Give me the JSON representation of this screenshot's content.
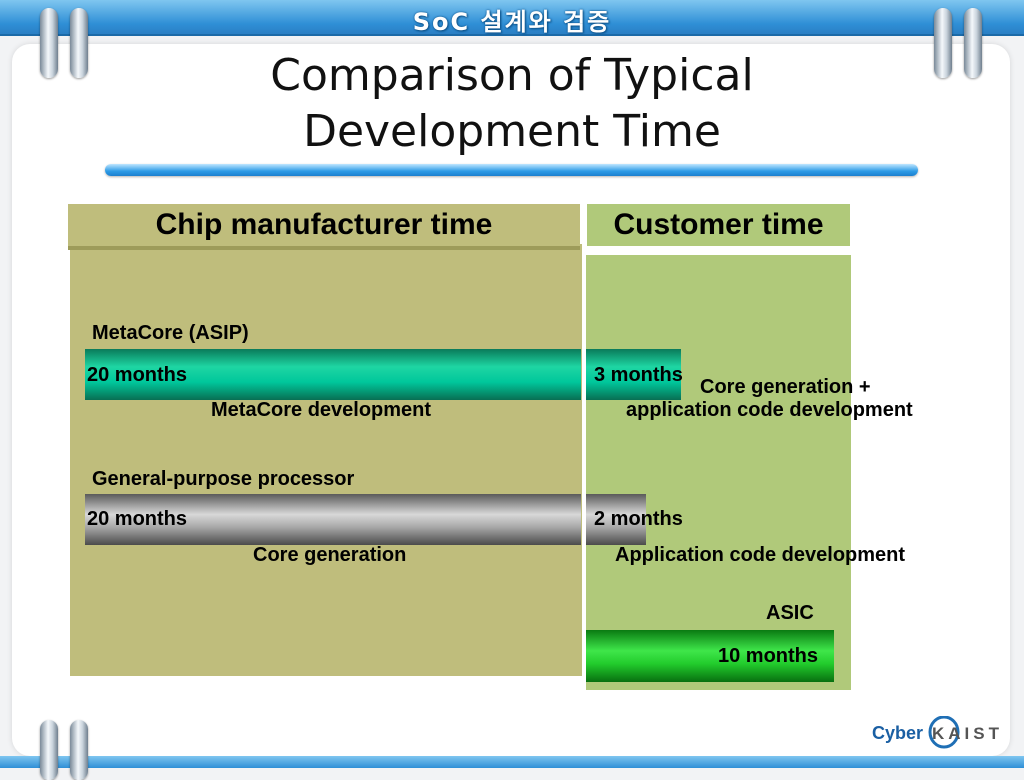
{
  "header": {
    "course_title": "SoC 설계와 검증"
  },
  "slide": {
    "title_line1": "Comparison of Typical",
    "title_line2": "Development Time"
  },
  "columns": {
    "manufacturer": "Chip manufacturer time",
    "customer": "Customer time"
  },
  "rows": [
    {
      "label": "MetaCore (ASIP)",
      "manufacturer_months": 20,
      "manufacturer_text": "20 months",
      "manufacturer_task": "MetaCore development",
      "customer_months": 3,
      "customer_text": "3 months",
      "customer_task_line1": "Core generation +",
      "customer_task_line2": "application code development",
      "bar_color": "#00c79b"
    },
    {
      "label": "General-purpose processor",
      "manufacturer_months": 20,
      "manufacturer_text": "20 months",
      "manufacturer_task": "Core generation",
      "customer_months": 2,
      "customer_text": "2 months",
      "customer_task": "Application  code development",
      "bar_color": "#a8a8a8"
    },
    {
      "label": "ASIC",
      "customer_months": 10,
      "customer_text": "10 months",
      "bar_color": "#22cc2c"
    }
  ],
  "logo": {
    "text_left": "Cyber",
    "text_right": "KAIST"
  },
  "colors": {
    "manufacturer_panel": "#bfbd7c",
    "customer_panel": "#b0c97a",
    "header_band": "#2f8fd6"
  }
}
